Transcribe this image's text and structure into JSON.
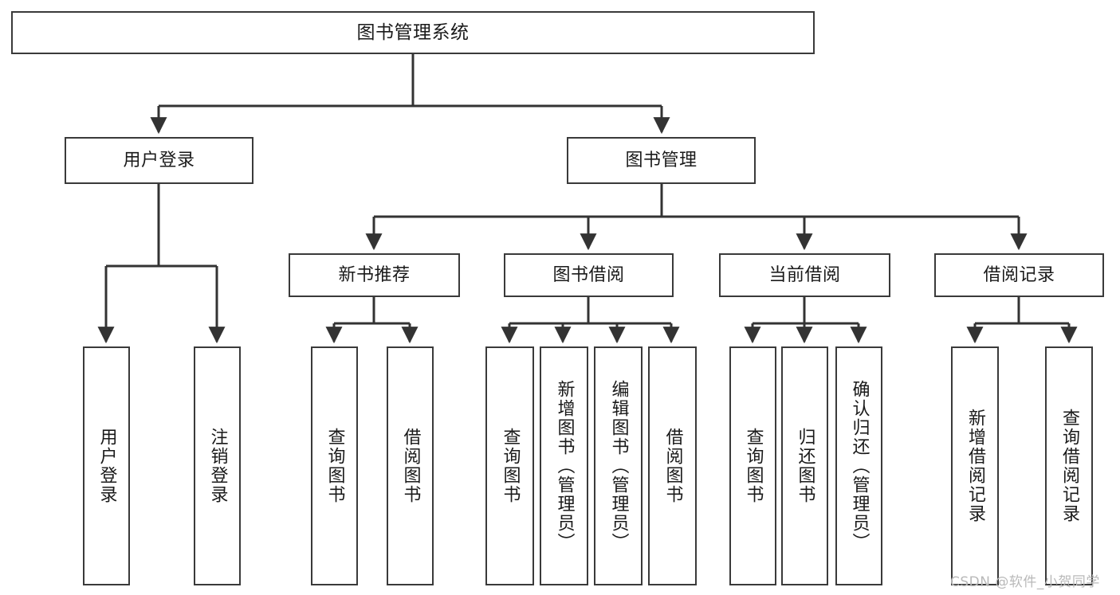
{
  "diagram": {
    "type": "tree-hierarchy",
    "title": "图书管理系统",
    "orientation": "top-down",
    "colors": {
      "box_border": "#3a3a3a",
      "box_fill": "#ffffff",
      "edge": "#333333",
      "text": "#1a1a1a",
      "watermark": "#b9b9b9",
      "background": "#ffffff"
    },
    "root": {
      "label": "图书管理系统"
    },
    "level1": [
      {
        "label": "用户登录"
      },
      {
        "label": "图书管理"
      }
    ],
    "level2": [
      {
        "label": "新书推荐"
      },
      {
        "label": "图书借阅"
      },
      {
        "label": "当前借阅"
      },
      {
        "label": "借阅记录"
      }
    ],
    "leaves": {
      "user_login": [
        {
          "label": "用户登录"
        },
        {
          "label": "注销登录"
        }
      ],
      "new_book_recommend": [
        {
          "label": "查询图书"
        },
        {
          "label": "借阅图书"
        }
      ],
      "book_borrow": [
        {
          "label": "查询图书"
        },
        {
          "label": "新增图书（管理员）"
        },
        {
          "label": "编辑图书（管理员）"
        },
        {
          "label": "借阅图书"
        }
      ],
      "current_borrow": [
        {
          "label": "查询图书"
        },
        {
          "label": "归还图书"
        },
        {
          "label": "确认归还（管理员）"
        }
      ],
      "borrow_record": [
        {
          "label": "新增借阅记录"
        },
        {
          "label": "查询借阅记录"
        }
      ]
    }
  },
  "watermark": {
    "text": "CSDN @软件_小贺同学"
  }
}
